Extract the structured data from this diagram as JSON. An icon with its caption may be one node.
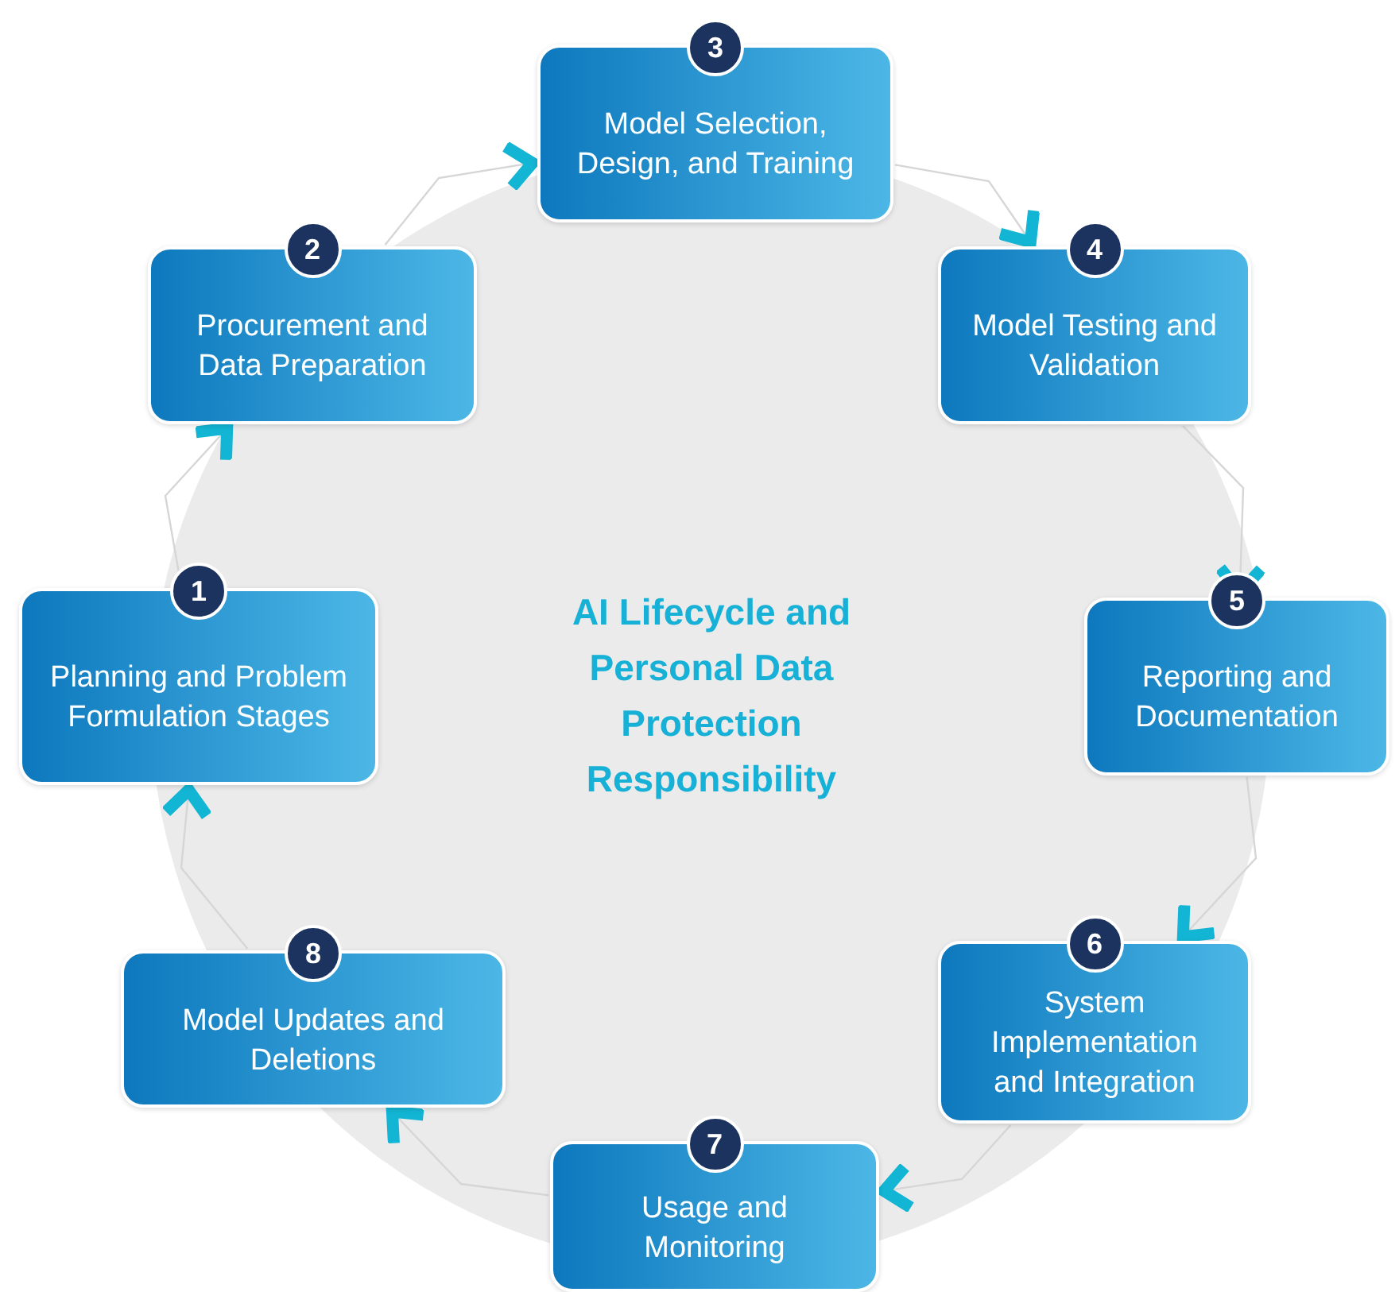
{
  "diagram": {
    "title": "AI Lifecycle and Personal Data Protection Responsibility",
    "nodes": [
      {
        "text": [
          "1",
          "Planning and Problem Formulation Stages"
        ]
      },
      {
        "text": [
          "2",
          "Procurement and Data Preparation"
        ]
      },
      {
        "text": [
          "3",
          "Model Selection, Design, and Training"
        ]
      },
      {
        "text": [
          "4",
          "Model Testing and Validation"
        ]
      },
      {
        "text": [
          "5",
          "Reporting and Documentation"
        ]
      },
      {
        "text": [
          "6",
          "System Implementation and Integration"
        ]
      },
      {
        "text": [
          "7",
          "Usage and Monitoring"
        ]
      },
      {
        "text": [
          "8",
          "Model Updates and Deletions"
        ]
      }
    ],
    "edges": [
      {
        "from": 0,
        "to": 1,
        "arrow": "to"
      },
      {
        "from": 1,
        "to": 2,
        "arrow": "to"
      },
      {
        "from": 2,
        "to": 3,
        "arrow": "to"
      },
      {
        "from": 3,
        "to": 4,
        "arrow": "to"
      },
      {
        "from": 4,
        "to": 5,
        "arrow": "to"
      },
      {
        "from": 5,
        "to": 6,
        "arrow": "to"
      },
      {
        "from": 6,
        "to": 7,
        "arrow": "to"
      },
      {
        "from": 7,
        "to": 0,
        "arrow": "to"
      }
    ]
  }
}
